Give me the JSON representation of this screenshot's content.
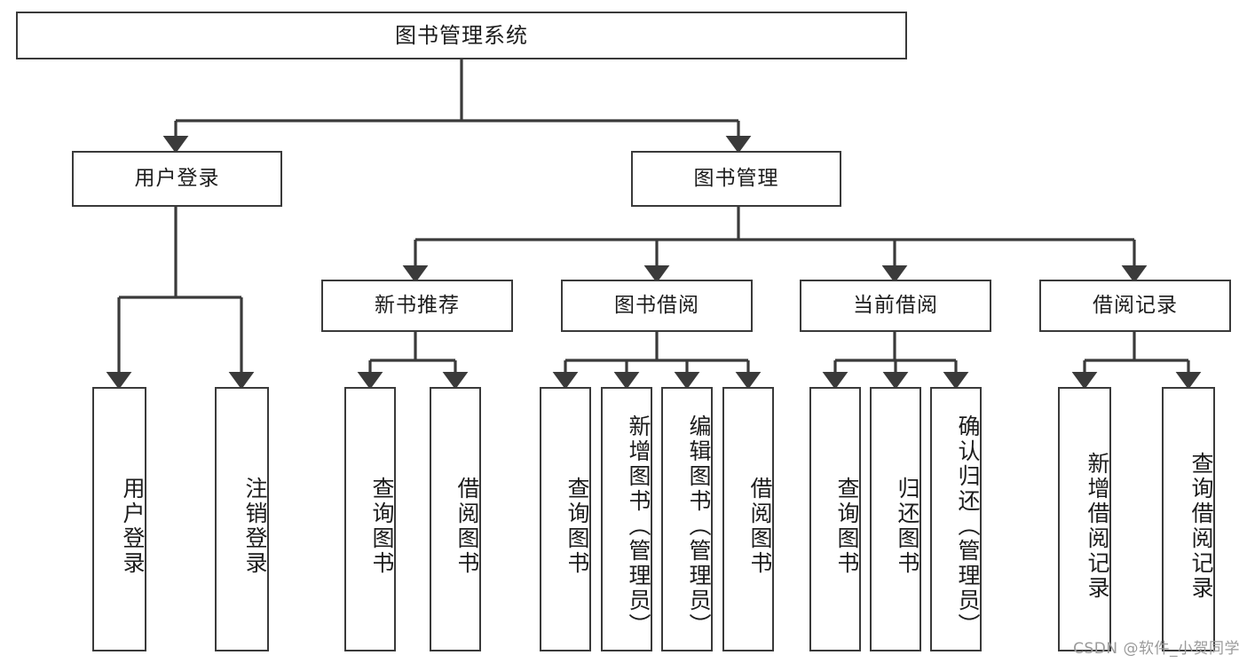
{
  "diagram": {
    "title": "图书管理系统",
    "type": "hierarchy-tree",
    "root": {
      "label": "图书管理系统"
    },
    "level2": [
      {
        "label": "用户登录"
      },
      {
        "label": "图书管理"
      }
    ],
    "level3": [
      {
        "label": "新书推荐"
      },
      {
        "label": "图书借阅"
      },
      {
        "label": "当前借阅"
      },
      {
        "label": "借阅记录"
      }
    ],
    "leaves": [
      {
        "label": "用户登录"
      },
      {
        "label": "注销登录"
      },
      {
        "label": "查询图书"
      },
      {
        "label": "借阅图书"
      },
      {
        "label": "查询图书"
      },
      {
        "label": "新增图书（管理员）"
      },
      {
        "label": "编辑图书（管理员）"
      },
      {
        "label": "借阅图书"
      },
      {
        "label": "查询图书"
      },
      {
        "label": "归还图书"
      },
      {
        "label": "确认归还（管理员）"
      },
      {
        "label": "新增借阅记录"
      },
      {
        "label": "查询借阅记录"
      }
    ]
  },
  "watermark": {
    "text": "CSDN @软件_小贺同学"
  },
  "colors": {
    "border": "#3a3a3a",
    "text": "#1c1c1c",
    "background": "#ffffff",
    "watermark": "#9a9a9a"
  }
}
